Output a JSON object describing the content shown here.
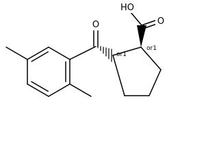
{
  "atoms": {
    "ketone_oxygen": "O",
    "acid_hydroxyl": "HO",
    "acid_oxygen": "O"
  },
  "stereo": {
    "ketone_carbon_label": "or1",
    "acid_carbon_label": "or1"
  }
}
